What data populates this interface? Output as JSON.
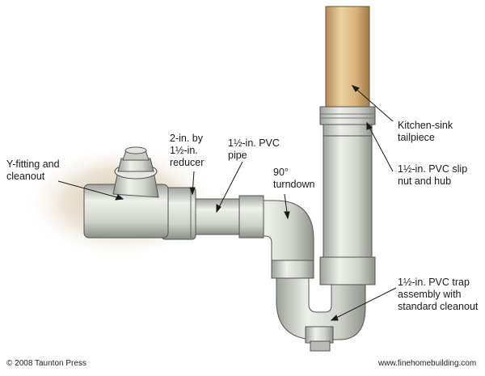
{
  "labels": {
    "y_fitting": [
      "Y-fitting and",
      "cleanout"
    ],
    "reducer": [
      "2-in. by",
      "1½-in.",
      "reducer"
    ],
    "pvc_pipe": [
      "1½-in. PVC",
      "pipe"
    ],
    "turndown": [
      "90°",
      "turndown"
    ],
    "tailpiece": [
      "Kitchen-sink",
      "tailpiece"
    ],
    "slip_nut": [
      "1½-in. PVC slip",
      "nut and hub"
    ],
    "trap": [
      "1½-in. PVC trap",
      "assembly with",
      "standard cleanout"
    ]
  },
  "footer": {
    "copyright": "© 2008 Taunton Press",
    "website": "www.finehomebuilding.com"
  },
  "colors": {
    "pvc": "#d6d8d2",
    "pvc_shadow": "#9ea29b",
    "tailpiece": "#dcb57c",
    "wall_stain": "#c8b894",
    "leader": "#1a1a1a"
  }
}
